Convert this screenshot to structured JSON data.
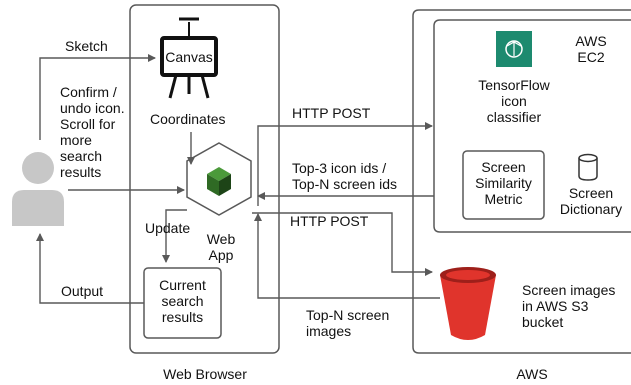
{
  "colors": {
    "stroke": "#595959",
    "aws_icon_bg": "#1d8a6f",
    "s3_red": "#e0342c",
    "s3_dark": "#9e1f1a",
    "person_gray": "#c7c7c7",
    "cube_green": "#3b7a2e",
    "cube_dark": "#1d4417"
  },
  "nodes": {
    "canvas": "Canvas",
    "coordinates": "Coordinates",
    "webapp": "Web\nApp",
    "update": "Update",
    "current_results": "Current\nsearch\nresults",
    "tensorflow": "TensorFlow\nicon\nclassifier",
    "similarity": "Screen\nSimilarity\nMetric",
    "dictionary": "Screen\nDictionary",
    "aws_ec2": "AWS\nEC2",
    "s3": "Screen images\nin AWS S3\nbucket"
  },
  "edges": {
    "sketch": "Sketch",
    "confirm": "Confirm /\nundo icon.\nScroll for\nmore\nsearch\nresults",
    "output": "Output",
    "http_post_1": "HTTP POST",
    "top3": "Top-3 icon ids /\nTop-N screen ids",
    "http_post_2": "HTTP POST",
    "top_n_images": "Top-N screen\nimages"
  },
  "groups": {
    "web_browser": "Web Browser",
    "aws": "AWS"
  },
  "icons": [
    "easel-icon",
    "cube-icon",
    "tensorflow-icon",
    "database-icon",
    "s3-bucket-icon",
    "user-icon"
  ]
}
